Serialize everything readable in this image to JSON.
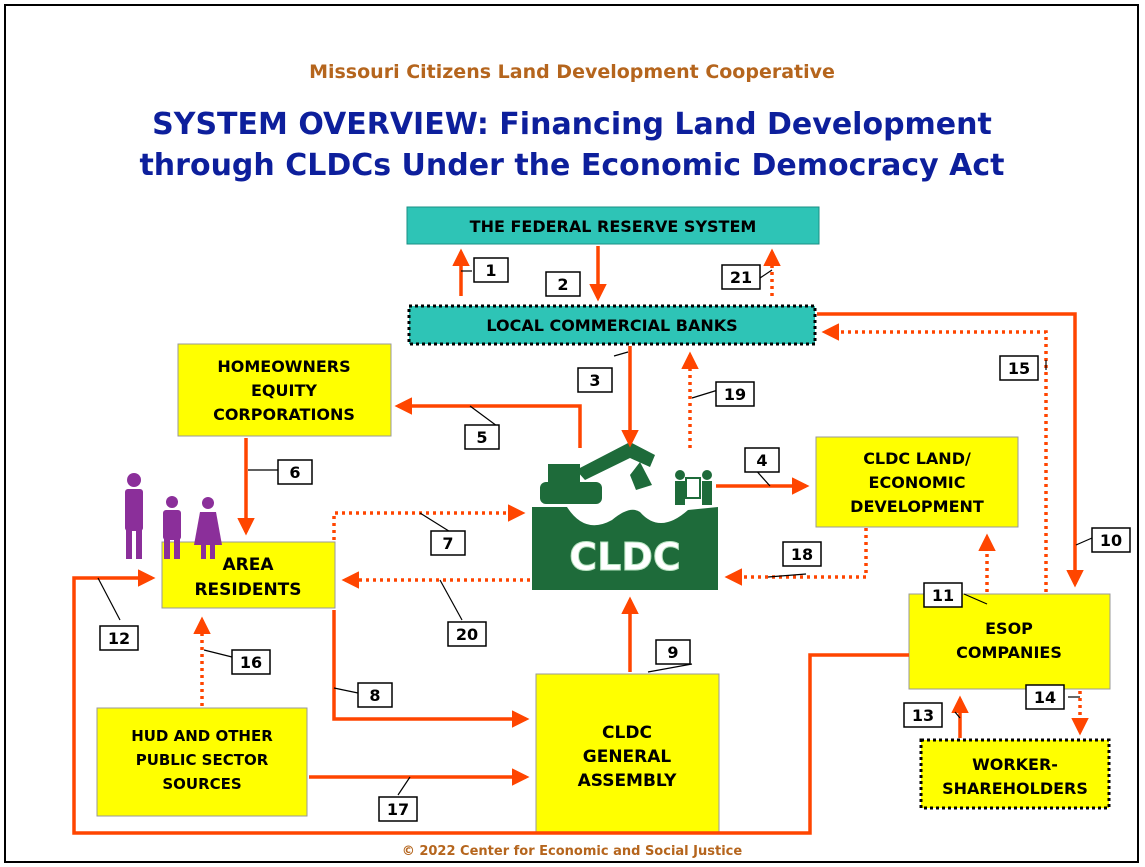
{
  "header": {
    "org": "Missouri Citizens Land Development Cooperative",
    "title_line1": "SYSTEM OVERVIEW:  Financing Land Development",
    "title_line2": "through CLDCs Under the Economic Democracy Act"
  },
  "nodes": {
    "fed": "THE FEDERAL RESERVE SYSTEM",
    "banks": "LOCAL COMMERCIAL BANKS",
    "heq": [
      "HOMEOWNERS",
      "EQUITY",
      "CORPORATIONS"
    ],
    "land": [
      "CLDC LAND/",
      "ECONOMIC",
      "DEVELOPMENT"
    ],
    "residents": [
      "AREA",
      "RESIDENTS"
    ],
    "cldc": "CLDC",
    "assembly": [
      "CLDC",
      "GENERAL",
      "ASSEMBLY"
    ],
    "hud": [
      "HUD AND OTHER",
      "PUBLIC SECTOR",
      "SOURCES"
    ],
    "esop": [
      "ESOP",
      "COMPANIES"
    ],
    "workers": [
      "WORKER-",
      "SHAREHOLDERS"
    ]
  },
  "flow_labels": [
    "1",
    "2",
    "3",
    "4",
    "5",
    "6",
    "7",
    "8",
    "9",
    "10",
    "11",
    "12",
    "13",
    "14",
    "15",
    "16",
    "17",
    "18",
    "19",
    "20",
    "21"
  ],
  "footer": "© 2022  Center for Economic and Social Justice",
  "colors": {
    "header_org": "#b5651d",
    "title": "#0d1f9c",
    "teal": "#2ec4b6",
    "yellow": "#ffff00",
    "arrow": "#ff4500",
    "cldc_green": "#1e6b3a",
    "people": "#8b2f9a"
  }
}
